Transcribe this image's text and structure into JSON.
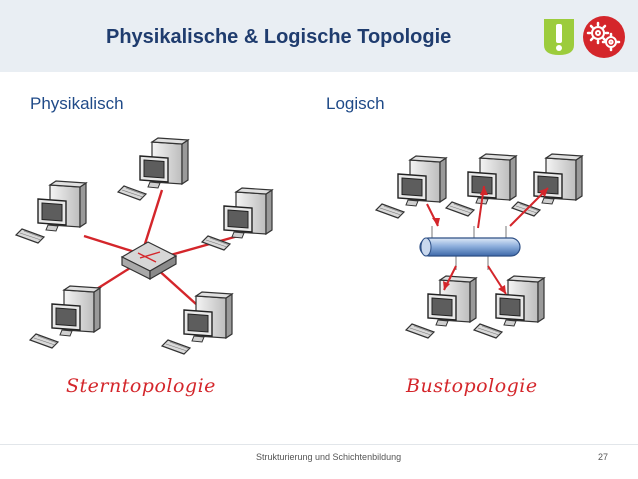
{
  "slide": {
    "title": "Physikalische & Logische Topologie",
    "footer": "Strukturierung und Schichtenbildung",
    "page_number": "27"
  },
  "sections": {
    "physical_label": "Physikalisch",
    "logical_label": "Logisch"
  },
  "diagrams": {
    "star_label": "Sterntopologie",
    "bus_label": "Bustopologie"
  },
  "icons": {
    "warning": "exclamation-badge-icon",
    "gears": "gears-badge-icon"
  },
  "colors": {
    "title": "#1f3c6e",
    "accent_red": "#d4262b",
    "header_bg": "#e9eef3",
    "warn_green": "#9ccc3c",
    "label_blue": "#1f4a88"
  }
}
